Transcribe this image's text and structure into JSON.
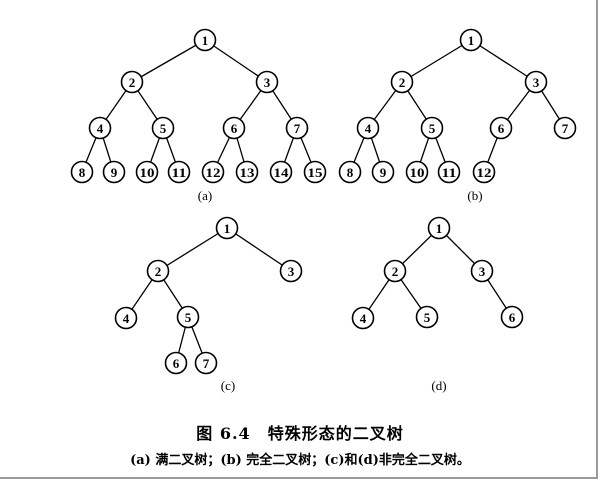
{
  "trees": [
    {
      "id": "a",
      "label": "(a)",
      "nodes": [
        "1",
        "2",
        "3",
        "4",
        "5",
        "6",
        "7",
        "8",
        "9",
        "10",
        "11",
        "12",
        "13",
        "14",
        "15"
      ]
    },
    {
      "id": "b",
      "label": "(b)",
      "nodes": [
        "1",
        "2",
        "3",
        "4",
        "5",
        "6",
        "7",
        "8",
        "9",
        "10",
        "11",
        "12"
      ]
    },
    {
      "id": "c",
      "label": "(c)",
      "nodes": [
        "1",
        "2",
        "3",
        "4",
        "5",
        "6",
        "7"
      ]
    },
    {
      "id": "d",
      "label": "(d)",
      "nodes": [
        "1",
        "2",
        "3",
        "4",
        "5",
        "6"
      ]
    }
  ],
  "caption": {
    "title": "图 6.4　特殊形态的二叉树",
    "description": "(a) 满二叉树；(b) 完全二叉树；(c)和(d)非完全二叉树。"
  }
}
